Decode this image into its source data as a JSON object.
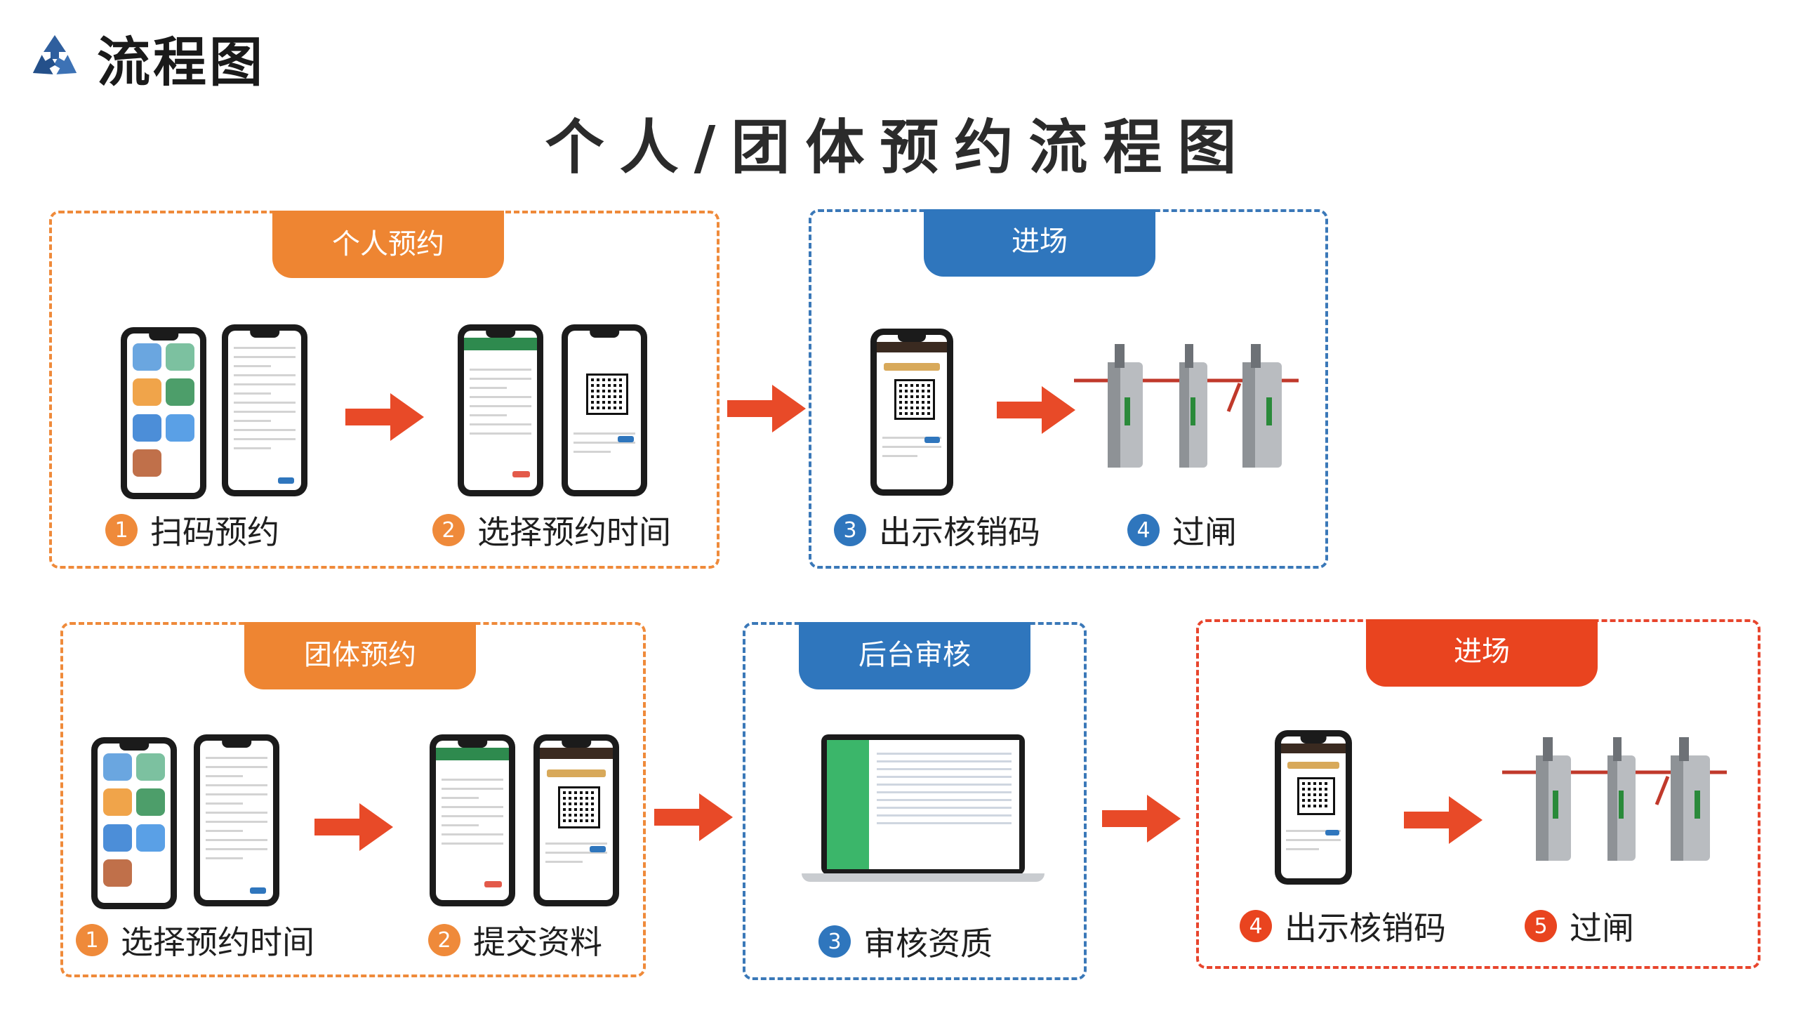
{
  "header": {
    "title": "流程图",
    "logo_icon": "recycle-arrows-icon"
  },
  "main_title": "个人/团体预约流程图",
  "colors": {
    "orange": "#ee8532",
    "blue": "#2f76bd",
    "red": "#e9441f",
    "arrow": "#e84a28"
  },
  "personal": {
    "label": "个人预约",
    "steps": [
      {
        "num": "1",
        "text": "扫码预约"
      },
      {
        "num": "2",
        "text": "选择预约时间"
      }
    ]
  },
  "personal_entry": {
    "label": "进场",
    "steps": [
      {
        "num": "3",
        "text": "出示核销码"
      },
      {
        "num": "4",
        "text": "过闸"
      }
    ]
  },
  "group": {
    "label": "团体预约",
    "steps": [
      {
        "num": "1",
        "text": "选择预约时间"
      },
      {
        "num": "2",
        "text": "提交资料"
      }
    ]
  },
  "review": {
    "label": "后台审核",
    "steps": [
      {
        "num": "3",
        "text": "审核资质"
      }
    ]
  },
  "group_entry": {
    "label": "进场",
    "steps": [
      {
        "num": "4",
        "text": "出示核销码"
      },
      {
        "num": "5",
        "text": "过闸"
      }
    ]
  }
}
